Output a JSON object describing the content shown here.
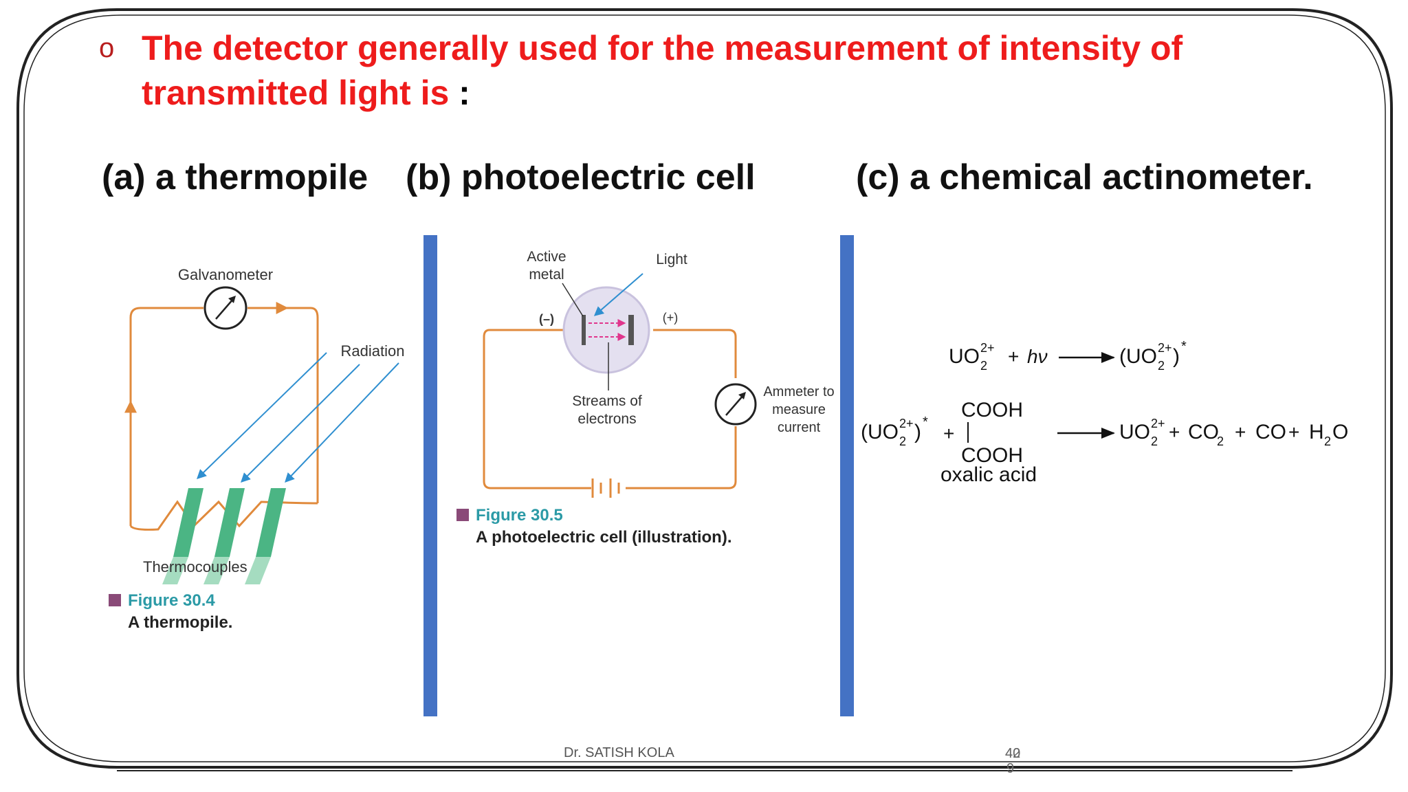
{
  "slide": {
    "question_line1": "The detector generally used for the measurement of intensity of",
    "question_line2": "transmitted light is",
    "question_colon": ":",
    "bullet": "o",
    "option_a": "(a) a thermopile",
    "option_b": "(b) photoelectric cell",
    "option_c": "(c) a chemical actinometer."
  },
  "figure_a": {
    "label_galvanometer": "Galvanometer",
    "label_radiation": "Radiation",
    "label_thermocouples": "Thermocouples",
    "figure_number": "Figure 30.4",
    "caption": "A thermopile."
  },
  "figure_b": {
    "label_active": "Active",
    "label_metal": "metal",
    "label_light": "Light",
    "label_minus": "(–)",
    "label_plus": "(+)",
    "label_streams": "Streams of",
    "label_electrons": "electrons",
    "label_ammeter_1": "Ammeter to",
    "label_ammeter_2": "measure",
    "label_ammeter_3": "current",
    "figure_number": "Figure 30.5",
    "caption": "A photoelectric cell (illustration)."
  },
  "figure_c": {
    "uo2": "UO",
    "sub2": "2",
    "sup2plus": "2+",
    "hv": "hν",
    "star": "*",
    "cooh": "COOH",
    "oxalic": "oxalic acid",
    "co2": "CO",
    "co": "CO",
    "h2o_h": "H",
    "h2o_o": "O",
    "plus": "+"
  },
  "footer": {
    "author": "Dr. SATISH KOLA",
    "page_a": "40",
    "page_b": "42",
    "page_c": "9"
  },
  "colors": {
    "headline": "#ee1c1c",
    "divider": "#4472c4",
    "circuit_wire": "#e08a3c",
    "radiation_arrow": "#2f8fd0",
    "thermocouple": "#66c39a",
    "figure_number": "#2b9aa6"
  }
}
